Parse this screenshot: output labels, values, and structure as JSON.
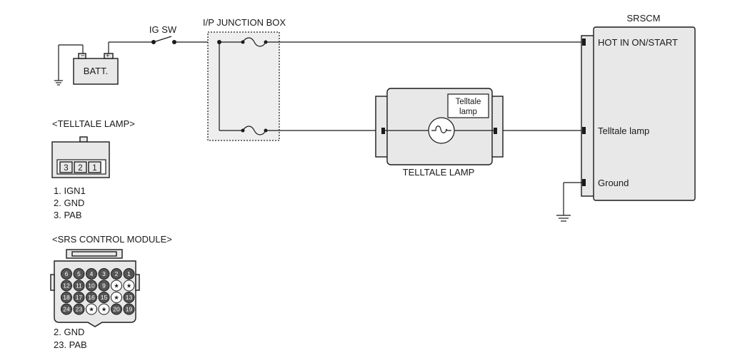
{
  "labels": {
    "ig_sw": "IG SW",
    "ip_junction_box": "I/P JUNCTION BOX",
    "batt": "BATT.",
    "srscm": "SRSCM",
    "hot_in_on_start": "HOT IN ON/START",
    "telltale_lamp_pin": "Telltale lamp",
    "ground_pin": "Ground",
    "telltale_lamp_component": "TELLTALE LAMP",
    "telltale_lamp_inner_line1": "Telltale",
    "telltale_lamp_inner_line2": "lamp"
  },
  "telltale_connector": {
    "title": "<TELLTALE LAMP>",
    "pins": [
      "3",
      "2",
      "1"
    ],
    "legend": [
      "1. IGN1",
      "2. GND",
      "3. PAB"
    ]
  },
  "srs_connector": {
    "title": "<SRS CONTROL MODULE>",
    "rows": [
      [
        "6",
        "5",
        "4",
        "3",
        "2",
        "1"
      ],
      [
        "12",
        "11",
        "10",
        "9",
        "★",
        "★"
      ],
      [
        "18",
        "17",
        "16",
        "15",
        "★",
        "13"
      ],
      [
        "24",
        "23",
        "★",
        "★",
        "20",
        "19"
      ]
    ],
    "legend": [
      "2. GND",
      "23. PAB"
    ]
  },
  "colors": {
    "line": "#1a1a1a",
    "fill": "#e8e8e8",
    "pin_fill": "#555555"
  }
}
